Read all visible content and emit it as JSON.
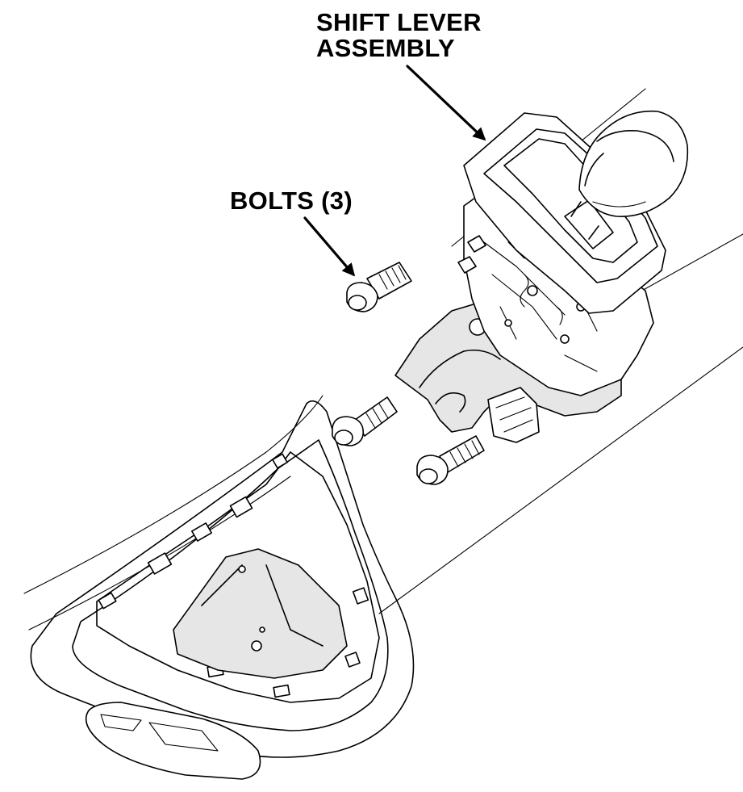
{
  "labels": {
    "shift_lever_line1": "SHIFT LEVER",
    "shift_lever_line2": "ASSEMBLY",
    "bolts": "BOLTS (3)"
  },
  "colors": {
    "line": "#000000",
    "background": "#ffffff",
    "shade": "#e6e6e6"
  }
}
